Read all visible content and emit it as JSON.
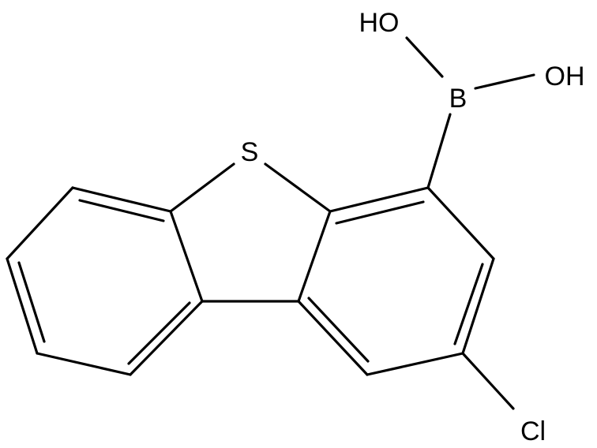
{
  "labels": {
    "s": "S",
    "b": "B",
    "oh1": "HO",
    "oh2": "OH",
    "cl": "Cl"
  },
  "colors": {
    "stroke": "#000000",
    "background": "#ffffff"
  }
}
